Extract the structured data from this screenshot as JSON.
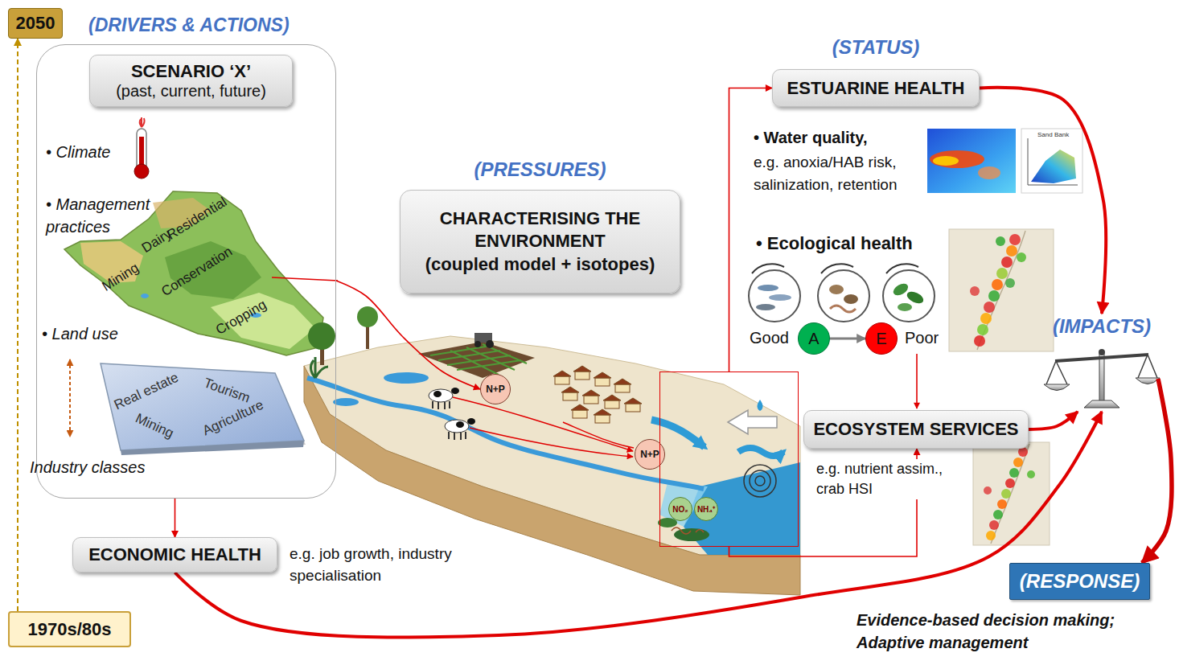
{
  "diagram": {
    "nodes": [
      {
        "text": [
          "2050"
        ]
      },
      {
        "text": [
          "(DRIVERS & ACTIONS)"
        ]
      },
      {
        "text": [
          "SCENARIO ‘X’",
          "(past, current, future)"
        ],
        "in": 1
      },
      {
        "text": [
          "Real estate",
          "Tourism",
          "Mining",
          "Agriculture"
        ],
        "in": 1
      },
      {
        "text": [
          "ECONOMIC HEALTH"
        ]
      },
      {
        "text": [
          "1970s/80s"
        ]
      },
      {
        "text": [
          "(PRESSURES)",
          "CHARACTERISING THE ENVIRONMENT",
          "(coupled model + isotopes)"
        ]
      },
      {
        "text": [
          "N+P"
        ]
      },
      {
        "text": [
          "N+P"
        ]
      },
      {
        "text": [
          "NO₂",
          "NH₄⁺"
        ]
      },
      {
        "text": [
          "(STATUS)",
          "ESTUARINE HEALTH"
        ]
      },
      {
        "text": [
          "A"
        ]
      },
      {
        "text": [
          "E"
        ]
      },
      {
        "text": [
          "ECOSYSTEM SERVICES"
        ]
      },
      {
        "text": [
          "(IMPACTS)"
        ]
      },
      {
        "text": [
          "(RESPONSE)"
        ]
      }
    ],
    "edges": [
      {
        "from": 5,
        "to": 0,
        "arrow": "to"
      },
      {
        "from": 1,
        "to": 4,
        "arrow": "to"
      },
      {
        "from": 1,
        "to": 7,
        "arrow": "to"
      },
      {
        "from": 9,
        "to": 10,
        "arrow": "to"
      },
      {
        "from": 9,
        "to": 13,
        "arrow": "to"
      },
      {
        "from": 11,
        "to": 12,
        "arrow": "to"
      },
      {
        "from": 10,
        "to": 14,
        "arrow": "to"
      },
      {
        "from": 13,
        "to": 14,
        "arrow": "to"
      },
      {
        "from": 4,
        "to": 14,
        "arrow": "to"
      },
      {
        "from": 14,
        "to": 15,
        "arrow": "to"
      }
    ],
    "labels": [
      "• Climate",
      "• Management practices",
      "Residential",
      "Dairy",
      "Mining",
      "Conservation",
      "Cropping",
      "• Land use",
      "Industry classes",
      "e.g. job growth, industry specialisation",
      "• Water quality,",
      "e.g. anoxia/HAB risk, salinization, retention",
      "Sand Bank",
      "• Ecological health",
      "Good",
      "Poor",
      "e.g. nutrient assim., crab HSI",
      "Evidence-based decision making; Adaptive management"
    ]
  }
}
